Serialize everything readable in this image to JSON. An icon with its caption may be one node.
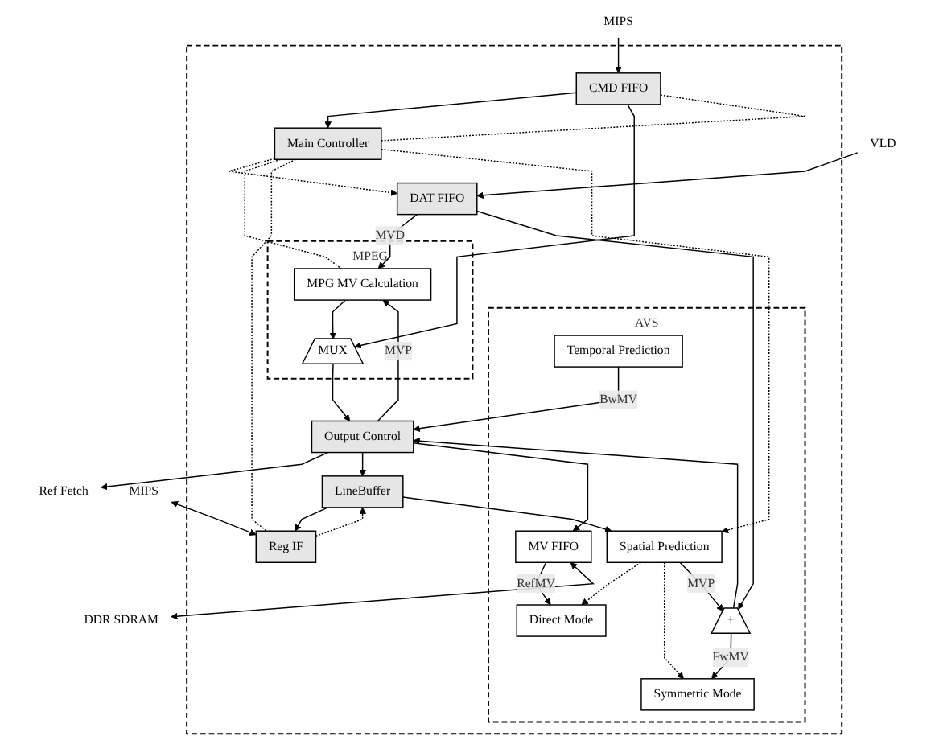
{
  "diagram": {
    "nodes": [
      {
        "text": [],
        "shape": "box"
      },
      {
        "text": [
          "DAT FIFO"
        ],
        "in": 0
      },
      {
        "text": [
          "CMD FIFO"
        ],
        "in": 0
      },
      {
        "text": [
          "MPEG"
        ],
        "in": 0
      },
      {
        "text": [
          "MPG MV Calculation"
        ],
        "in": 3
      },
      {
        "text": [
          "MUX"
        ],
        "in": 3
      },
      {
        "text": [
          "Main Controller"
        ],
        "in": 0
      },
      {
        "text": [
          "Output Control"
        ],
        "in": 0
      },
      {
        "text": [
          "Reg IF"
        ],
        "in": 0
      },
      {
        "text": [
          "LineBuffer"
        ],
        "in": 0
      },
      {
        "text": [
          "AVS"
        ],
        "in": 0
      },
      {
        "text": [
          "Spatial Prediction"
        ],
        "in": 10
      },
      {
        "text": [
          "+"
        ],
        "in": 10
      },
      {
        "text": [
          "Direct Mode"
        ],
        "in": 10
      },
      {
        "text": [
          "Symmetric Mode"
        ],
        "in": 10
      },
      {
        "text": [
          "Temporal Prediction"
        ],
        "in": 10
      },
      {
        "text": [
          "MV FIFO"
        ],
        "in": 10
      },
      {
        "text": [
          "VLD"
        ]
      },
      {
        "text": [
          "MIPS"
        ]
      },
      {
        "text": [
          "MIPS"
        ]
      },
      {
        "text": [
          "Ref Fetch"
        ]
      },
      {
        "text": [
          "DDR SDRAM"
        ]
      }
    ],
    "edges": [
      {
        "from": 17,
        "to": 1,
        "arrow": "to"
      },
      {
        "from": 18,
        "to": 2,
        "arrow": "to"
      },
      {
        "from": 6,
        "to": 1,
        "arrow": "to",
        "style": "dashed"
      },
      {
        "from": 6,
        "to": 2,
        "arrow": "none",
        "style": "dashed"
      },
      {
        "from": 2,
        "to": 6,
        "arrow": "to"
      },
      {
        "from": 1,
        "to": 4,
        "arrow": "to",
        "label": "MVD"
      },
      {
        "from": 1,
        "to": 12,
        "arrow": "to"
      },
      {
        "from": 2,
        "to": 5,
        "arrow": "to"
      },
      {
        "from": 7,
        "to": 4,
        "arrow": "to",
        "label": "MVP"
      },
      {
        "from": 4,
        "to": 5,
        "arrow": "to"
      },
      {
        "from": 6,
        "to": 4,
        "arrow": "none",
        "style": "dashed"
      },
      {
        "from": 5,
        "to": 7,
        "arrow": "to"
      },
      {
        "from": 7,
        "to": 20,
        "arrow": "to"
      },
      {
        "from": 19,
        "to": 8,
        "arrow": "both"
      },
      {
        "from": 9,
        "to": 8,
        "arrow": "to"
      },
      {
        "from": 8,
        "to": 9,
        "arrow": "to",
        "style": "dashed"
      },
      {
        "from": 6,
        "to": 8,
        "arrow": "none",
        "style": "dashed"
      },
      {
        "from": 7,
        "to": 9,
        "arrow": "to"
      },
      {
        "from": 6,
        "to": 11,
        "arrow": "to",
        "style": "dashed"
      },
      {
        "from": 9,
        "to": 11,
        "arrow": "to"
      },
      {
        "from": 11,
        "to": 13,
        "arrow": "to",
        "style": "dashed"
      },
      {
        "from": 11,
        "to": 14,
        "arrow": "to",
        "style": "dashed"
      },
      {
        "from": 11,
        "to": 12,
        "arrow": "to",
        "label": "MVP"
      },
      {
        "from": 12,
        "to": 7,
        "arrow": "to"
      },
      {
        "from": 12,
        "to": 14,
        "arrow": "to",
        "label": "FwMV"
      },
      {
        "from": 15,
        "to": 7,
        "arrow": "to",
        "label": "BwMV"
      },
      {
        "from": 7,
        "to": 16,
        "arrow": "to"
      },
      {
        "from": 16,
        "to": 13,
        "arrow": "to",
        "label": "RefMV"
      },
      {
        "from": 16,
        "to": 21,
        "arrow": "both"
      }
    ]
  }
}
